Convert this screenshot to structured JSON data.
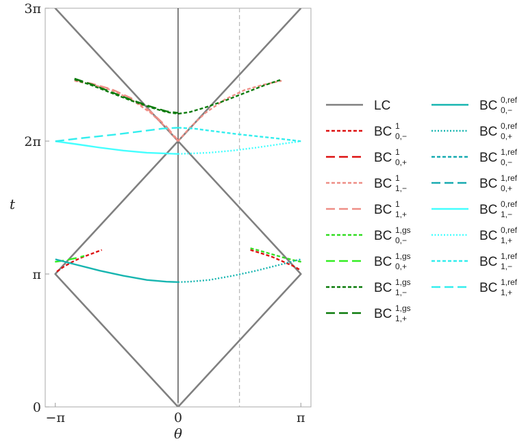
{
  "chart_data": {
    "type": "line",
    "xlabel": "θ",
    "ylabel": "t",
    "xlim": [
      -3.4,
      3.4
    ],
    "ylim": [
      0,
      9.42478
    ],
    "x_ticks": [
      {
        "value": -3.14159,
        "label": "−π"
      },
      {
        "value": 0,
        "label": "0"
      },
      {
        "value": 3.14159,
        "label": "π"
      }
    ],
    "y_ticks": [
      {
        "value": 0,
        "label": "0"
      },
      {
        "value": 3.14159,
        "label": "π"
      },
      {
        "value": 6.28319,
        "label": "2π"
      },
      {
        "value": 9.42478,
        "label": "3π"
      }
    ],
    "reference_lines": [
      {
        "orientation": "vertical",
        "x": 0,
        "color": "#000000",
        "style": "solid"
      },
      {
        "orientation": "vertical",
        "x": 1.5708,
        "color": "#bbbbbb",
        "style": "dashed"
      }
    ],
    "legend_position": "right",
    "series": [
      {
        "name": "LC",
        "base": "LC",
        "sup": "",
        "sub": "",
        "color": "#808080",
        "dash": "solid",
        "segments": [
          {
            "x": [
              0,
              3.14159,
              0,
              -3.14159,
              0
            ],
            "y": [
              0,
              3.14159,
              6.28319,
              9.42478,
              6.28319
            ]
          },
          {
            "x": [
              0,
              -3.14159,
              0,
              3.14159
            ],
            "y": [
              0,
              3.14159,
              6.28319,
              9.42478
            ]
          }
        ]
      },
      {
        "name": "BC_{0,-}^{1}",
        "base": "BC",
        "sup": "1",
        "sub": "0,−",
        "color": "#dd1111",
        "dash": "short",
        "segments": [
          {
            "x": [
              -3.1,
              -2.9,
              -2.7,
              -2.5,
              -2.3,
              -2.1,
              -1.95
            ],
            "y": [
              3.2,
              3.33,
              3.43,
              3.52,
              3.59,
              3.66,
              3.71
            ]
          },
          {
            "x": [
              1.85,
              2.1,
              2.4,
              2.7,
              2.95,
              3.1
            ],
            "y": [
              3.71,
              3.64,
              3.55,
              3.43,
              3.33,
              3.25
            ]
          }
        ]
      },
      {
        "name": "BC_{0,+}^{1}",
        "base": "BC",
        "sup": "1",
        "sub": "0,+",
        "color": "#dd1111",
        "dash": "long",
        "segments": []
      },
      {
        "name": "BC_{1,-}^{1}",
        "base": "BC",
        "sup": "1",
        "sub": "1,−",
        "color": "#ee8e86",
        "dash": "short",
        "segments": [
          {
            "x": [
              -2.65,
              -2.2,
              -1.7,
              -1.2,
              -0.7,
              -0.3,
              0
            ],
            "y": [
              7.71,
              7.62,
              7.49,
              7.27,
              6.95,
              6.6,
              6.28
            ]
          },
          {
            "x": [
              0,
              0.3,
              0.7,
              1.2,
              1.7,
              2.2,
              2.65
            ],
            "y": [
              6.28,
              6.6,
              6.95,
              7.27,
              7.49,
              7.62,
              7.71
            ]
          }
        ]
      },
      {
        "name": "BC_{1,+}^{1}",
        "base": "BC",
        "sup": "1",
        "sub": "1,+",
        "color": "#ee8e86",
        "dash": "long",
        "segments": [
          {
            "x": [
              -2.65,
              -2.2,
              -1.7,
              -1.2,
              -0.7,
              -0.3,
              0
            ],
            "y": [
              7.73,
              7.64,
              7.51,
              7.3,
              6.98,
              6.63,
              6.3
            ]
          }
        ]
      },
      {
        "name": "BC_{0,-}^{1,gs}",
        "base": "BC",
        "sup": "1,gs",
        "sub": "0,−",
        "color": "#33dd22",
        "dash": "short",
        "segments": [
          {
            "x": [
              1.85,
              2.1,
              2.4,
              2.7,
              2.95,
              3.15
            ],
            "y": [
              3.75,
              3.69,
              3.61,
              3.53,
              3.47,
              3.43
            ]
          }
        ]
      },
      {
        "name": "BC_{0,+}^{1,gs}",
        "base": "BC",
        "sup": "1,gs",
        "sub": "0,+",
        "color": "#33ee22",
        "dash": "long",
        "segments": [
          {
            "x": [
              -3.15,
              -2.9,
              -2.6,
              -2.4
            ],
            "y": [
              3.43,
              3.46,
              3.52,
              3.57
            ]
          }
        ]
      },
      {
        "name": "BC_{1,-}^{1,gs}",
        "base": "BC",
        "sup": "1,gs",
        "sub": "1,−",
        "color": "#0a7a0a",
        "dash": "short",
        "segments": [
          {
            "x": [
              -2.65,
              -2.2,
              -1.7,
              -1.2,
              -0.7,
              -0.3,
              0,
              0.3,
              0.7,
              1.2,
              1.7,
              2.2,
              2.65
            ],
            "y": [
              7.74,
              7.6,
              7.42,
              7.24,
              7.08,
              6.97,
              6.93,
              6.97,
              7.08,
              7.24,
              7.42,
              7.6,
              7.74
            ]
          }
        ]
      },
      {
        "name": "BC_{1,+}^{1,gs}",
        "base": "BC",
        "sup": "1,gs",
        "sub": "1,+",
        "color": "#0a7a0a",
        "dash": "long",
        "segments": [
          {
            "x": [
              -2.65,
              -2.2,
              -1.7,
              -1.2,
              -0.7,
              -0.3,
              0
            ],
            "y": [
              7.76,
              7.62,
              7.44,
              7.26,
              7.1,
              6.99,
              6.95
            ]
          }
        ]
      },
      {
        "name": "BC_{0,-}^{0,ref}",
        "base": "BC",
        "sup": "0,ref",
        "sub": "0,−",
        "color": "#17b5b0",
        "dash": "solid",
        "segments": [
          {
            "x": [
              -3.14,
              -2.6,
              -2.0,
              -1.4,
              -0.8,
              -0.3,
              0
            ],
            "y": [
              3.49,
              3.36,
              3.22,
              3.1,
              3.0,
              2.96,
              2.95
            ]
          }
        ]
      },
      {
        "name": "BC_{0,+}^{0,ref}",
        "base": "BC",
        "sup": "0,ref",
        "sub": "0,+",
        "color": "#17b5b0",
        "dash": "dot",
        "segments": [
          {
            "x": [
              0,
              0.3,
              0.8,
              1.4,
              2.0,
              2.6,
              3.14
            ],
            "y": [
              2.95,
              2.96,
              3.0,
              3.1,
              3.22,
              3.36,
              3.49
            ]
          }
        ]
      },
      {
        "name": "BC_{0,-}^{1,ref}",
        "base": "BC",
        "sup": "1,ref",
        "sub": "0,−",
        "color": "#17aab0",
        "dash": "short",
        "segments": []
      },
      {
        "name": "BC_{0,+}^{1,ref}",
        "base": "BC",
        "sup": "1,ref",
        "sub": "0,+",
        "color": "#17aab0",
        "dash": "long",
        "segments": []
      },
      {
        "name": "BC_{1,-}^{0,ref}",
        "base": "BC",
        "sup": "0,ref",
        "sub": "1,−",
        "color": "#44ffff",
        "dash": "solid",
        "segments": [
          {
            "x": [
              -3.14,
              -2.6,
              -2.0,
              -1.4,
              -0.8,
              -0.3,
              0
            ],
            "y": [
              6.28,
              6.21,
              6.13,
              6.06,
              6.01,
              5.99,
              5.98
            ]
          }
        ]
      },
      {
        "name": "BC_{1,+}^{0,ref}",
        "base": "BC",
        "sup": "0,ref",
        "sub": "1,+",
        "color": "#44ffff",
        "dash": "dot",
        "segments": [
          {
            "x": [
              0,
              0.3,
              0.8,
              1.4,
              2.0,
              2.6,
              3.14
            ],
            "y": [
              5.98,
              5.99,
              6.01,
              6.06,
              6.13,
              6.21,
              6.28
            ]
          }
        ]
      },
      {
        "name": "BC_{1,-}^{1,ref}",
        "base": "BC",
        "sup": "1,ref",
        "sub": "1,−",
        "color": "#33eeee",
        "dash": "short",
        "segments": [
          {
            "x": [
              0,
              0.4,
              0.9,
              1.5,
              2.1,
              2.6,
              3.14
            ],
            "y": [
              6.6,
              6.58,
              6.52,
              6.45,
              6.39,
              6.34,
              6.28
            ]
          }
        ]
      },
      {
        "name": "BC_{1,+}^{1,ref}",
        "base": "BC",
        "sup": "1,ref",
        "sub": "1,+",
        "color": "#33eeee",
        "dash": "long",
        "segments": [
          {
            "x": [
              -3.14,
              -2.6,
              -2.1,
              -1.5,
              -0.9,
              -0.4,
              0
            ],
            "y": [
              6.28,
              6.34,
              6.39,
              6.45,
              6.52,
              6.58,
              6.6
            ]
          }
        ]
      }
    ]
  }
}
